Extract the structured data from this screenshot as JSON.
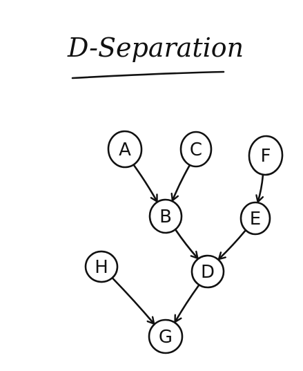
{
  "title": "D-Separation",
  "nodes": [
    {
      "id": "A",
      "label": "A"
    },
    {
      "id": "C",
      "label": "C"
    },
    {
      "id": "F",
      "label": "F"
    },
    {
      "id": "B",
      "label": "B"
    },
    {
      "id": "E",
      "label": "E"
    },
    {
      "id": "H",
      "label": "H"
    },
    {
      "id": "D",
      "label": "D"
    },
    {
      "id": "G",
      "label": "G"
    }
  ],
  "edges": [
    {
      "from": "A",
      "to": "B"
    },
    {
      "from": "C",
      "to": "B"
    },
    {
      "from": "F",
      "to": "E"
    },
    {
      "from": "B",
      "to": "D"
    },
    {
      "from": "E",
      "to": "D"
    },
    {
      "from": "D",
      "to": "G"
    },
    {
      "from": "H",
      "to": "G"
    }
  ]
}
